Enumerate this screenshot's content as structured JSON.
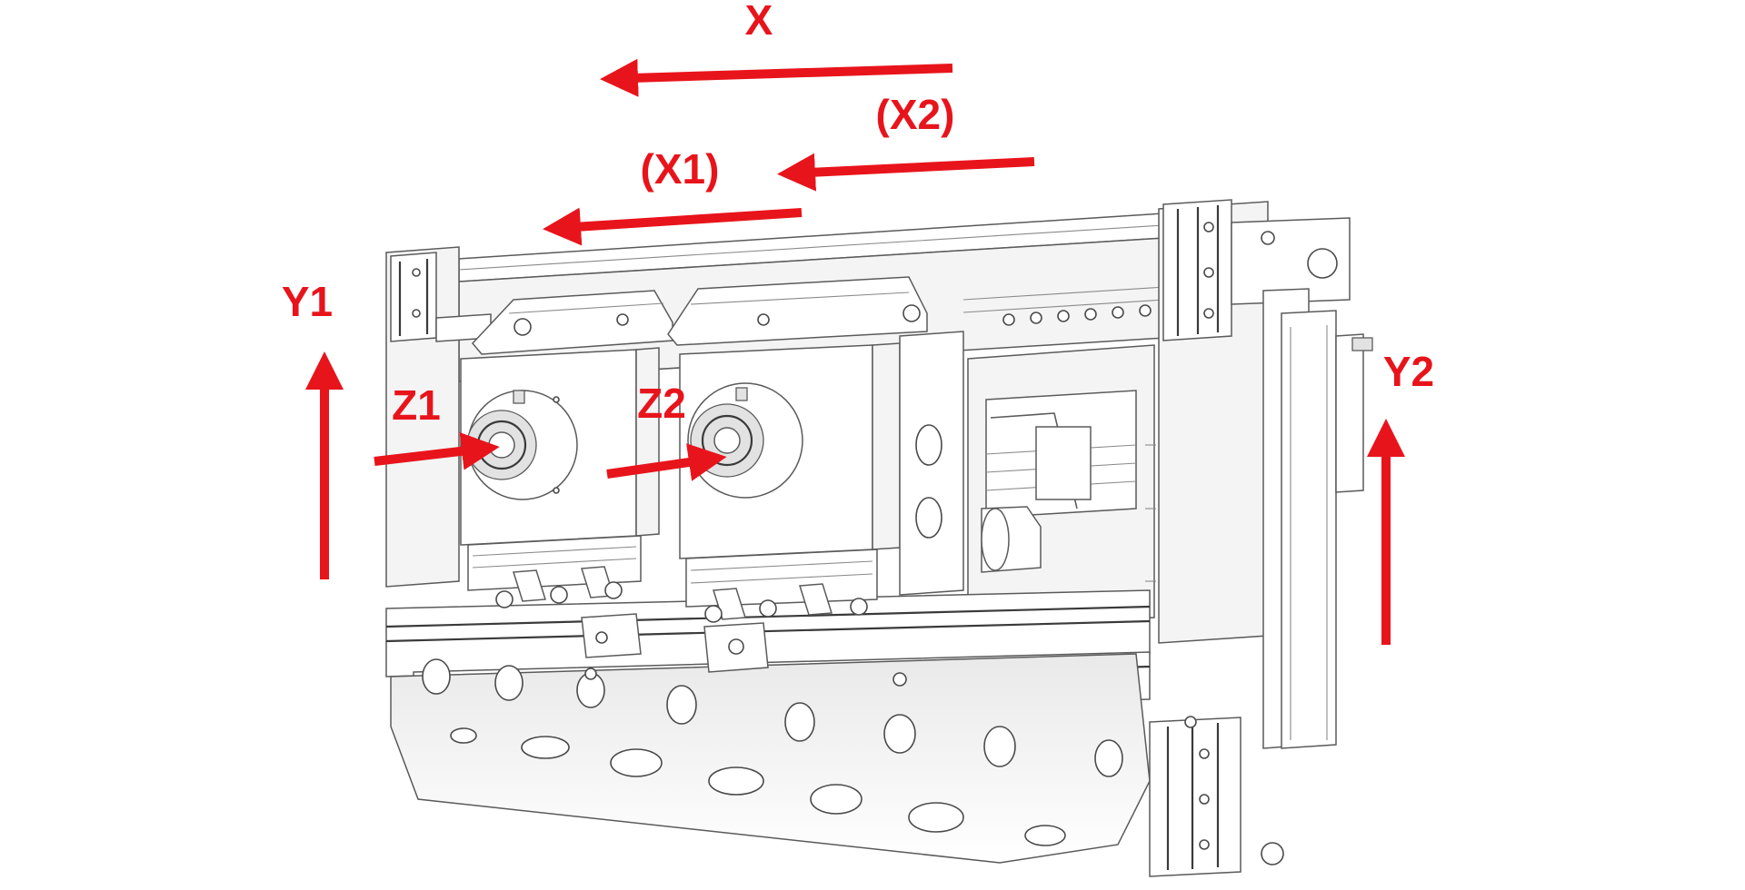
{
  "labels": {
    "x": "X",
    "x2": "(X2)",
    "x1": "(X1)",
    "y1": "Y1",
    "y2": "Y2",
    "z1": "Z1",
    "z2": "Z2"
  },
  "colors": {
    "arrow": "#e8141b",
    "line": "#5a5a5a",
    "background": "#ffffff"
  }
}
